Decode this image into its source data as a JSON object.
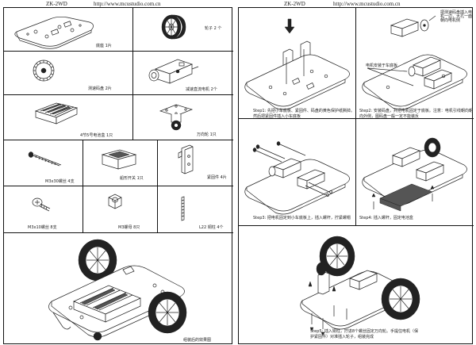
{
  "header": {
    "left_model": "ZK-2WD",
    "left_url": "http://www.mcustudio.com.cn",
    "right_model": "ZK-2WD",
    "right_url": "http://www.mcustudio.com.cn"
  },
  "parts": {
    "chassis": "底座 1片",
    "wheel": "轮子 2 个",
    "encoder": "测速码盘 2片",
    "motor": "减速直流电机 2个",
    "battery_box": "4节5号电池盒 1只",
    "caster": "万向轮 1只",
    "long_screw": "M3x30螺丝 4支",
    "switch": "船形开关 1只",
    "bracket": "紧固件 4片",
    "short_screw": "M3x10螺丝 8支",
    "nut": "M3螺母 8只",
    "standoff": "L22 铜柱 4个",
    "assembled": "组装后的效果图"
  },
  "steps": {
    "step1": "Step1: 先把小车底板、紧固件、码盘的黄色保护纸撕掉。然后把紧固件插入小车底板",
    "step2": "Step2: 安装码盘，并把电机固定于底板。注意：电机引线朝向朝向外侧，图码盘一般一定不能装反",
    "step2_callout": "电机安装于车底板",
    "step2_top_callout": "把测速码盘插入电机一边，大孔一面朝向电机侧",
    "step3": "Step3: 把电机固定到小车底板上，插入螺杆，拧紧螺帽",
    "step4": "Step4: 插入螺杆，固定电池盒",
    "step5": "Step5: 插入铜柱，拧进8个螺丝固定万向轮。手提住电机（保护紧固件）对准插入轮子，组装完成"
  }
}
